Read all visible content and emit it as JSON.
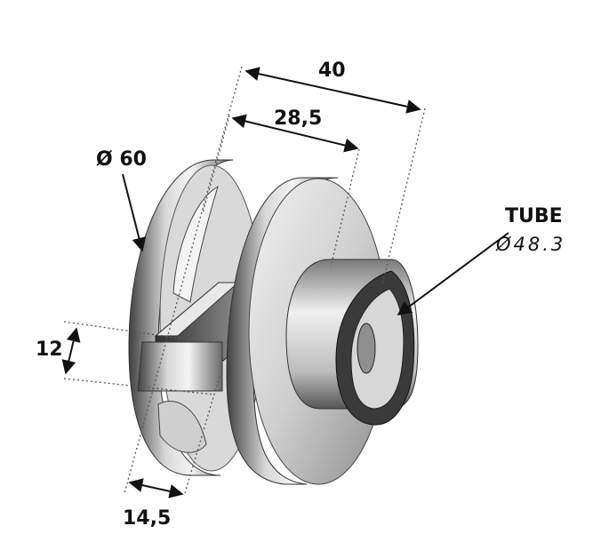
{
  "dimensions": {
    "overall_length": "40",
    "inner_length": "28,5",
    "outer_diameter": "Ø 60",
    "slot_height": "12",
    "slot_width": "14,5"
  },
  "tube": {
    "title": "TUBE",
    "diameter": "Ø48.3"
  },
  "colors": {
    "ink": "#111111",
    "metal_dark": "#4a4a4a",
    "metal_mid": "#9a9a9a",
    "metal_light": "#e6e6e6"
  }
}
